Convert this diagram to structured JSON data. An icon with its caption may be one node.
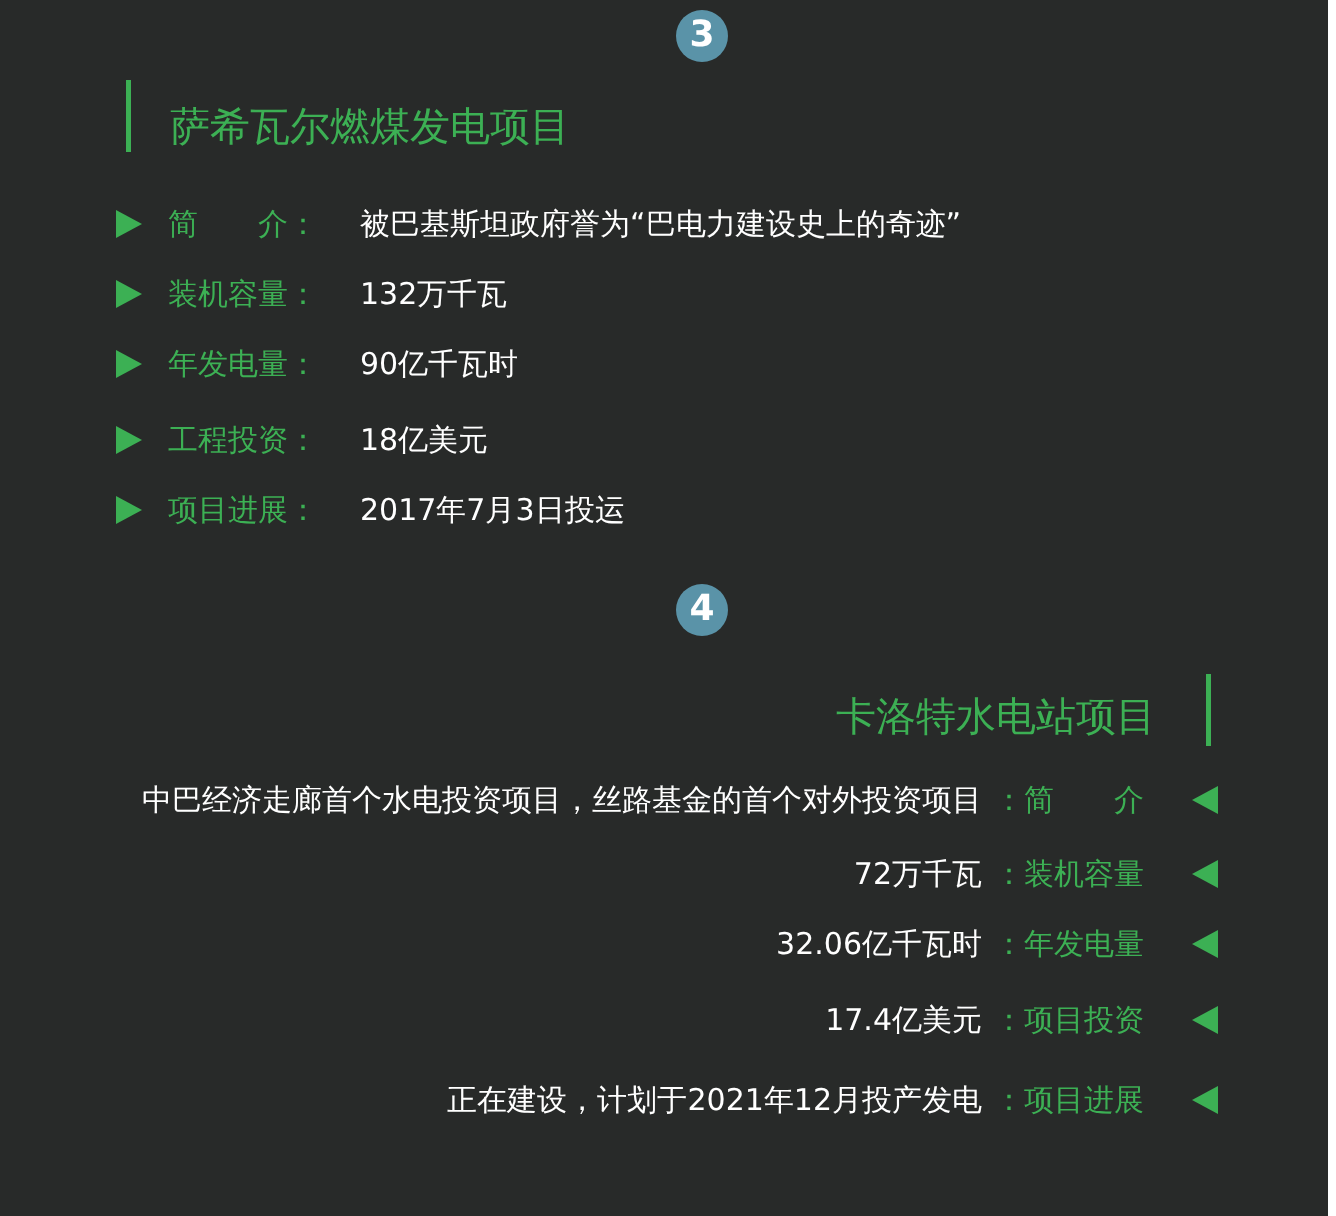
{
  "diagram": {
    "nodes": [
      {
        "text": [
          "3"
        ]
      },
      {
        "text": [
          "4"
        ]
      }
    ],
    "labels": [
      "萨希瓦尔燃煤发电项目",
      "简　　介：",
      "被巴基斯坦政府誉为“巴电力建设史上的奇迹”",
      "装机容量：",
      "132万千瓦",
      "年发电量：",
      "90亿千瓦时",
      "工程投资：",
      "18亿美元",
      "项目进展：",
      "2017年7月3日投运",
      "卡洛特水电站项目",
      "中巴经济走廊首个水电投资项目，丝路基金的首个对外投资项目",
      "：简　　介",
      "72万千瓦",
      "：装机容量",
      "32.06亿千瓦时",
      "：年发电量",
      "17.4亿美元",
      "：项目投资",
      "正在建设，计划于2021年12月投产发电",
      "：项目进展"
    ]
  }
}
